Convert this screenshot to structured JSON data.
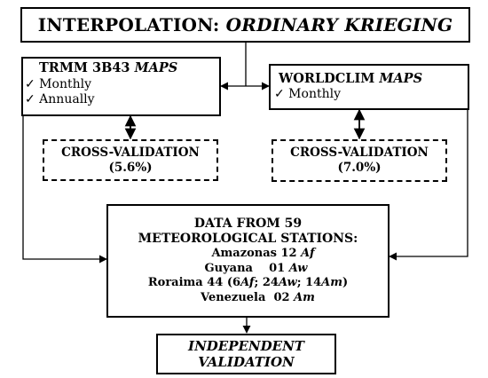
{
  "title": {
    "prefix": "INTERPOLATION:",
    "method": "ORDINARY KRIEGING"
  },
  "trmm": {
    "name": "TRMM 3B43",
    "maps_word": "MAPS",
    "items": [
      "✓ Monthly",
      "✓ Annually"
    ]
  },
  "worldclim": {
    "name": "WORLDCLIM",
    "maps_word": "MAPS",
    "items": [
      "✓ Monthly"
    ]
  },
  "cv_trmm": {
    "label": "CROSS-VALIDATION",
    "value": "(5.6%)"
  },
  "cv_worldclim": {
    "label": "CROSS-VALIDATION",
    "value": "(7.0%)"
  },
  "stations": {
    "line1": "DATA FROM 59",
    "line2": "METEOROLOGICAL STATIONS:",
    "rows": [
      {
        "region": "Amazonas",
        "count": "12",
        "climate": "Af"
      },
      {
        "region": "Guyana",
        "count": "01",
        "climate": "Aw"
      },
      {
        "region": "Roraima",
        "count": "44",
        "detail_open": "(6",
        "c1": "Af",
        "sep1": "; 24",
        "c2": "Aw",
        "sep2": "; 14",
        "c3": "Am",
        "detail_close": ")"
      },
      {
        "region": "Venezuela",
        "count": "02",
        "climate": "Am"
      }
    ]
  },
  "validation": {
    "line1": "INDEPENDENT",
    "line2": "VALIDATION"
  }
}
